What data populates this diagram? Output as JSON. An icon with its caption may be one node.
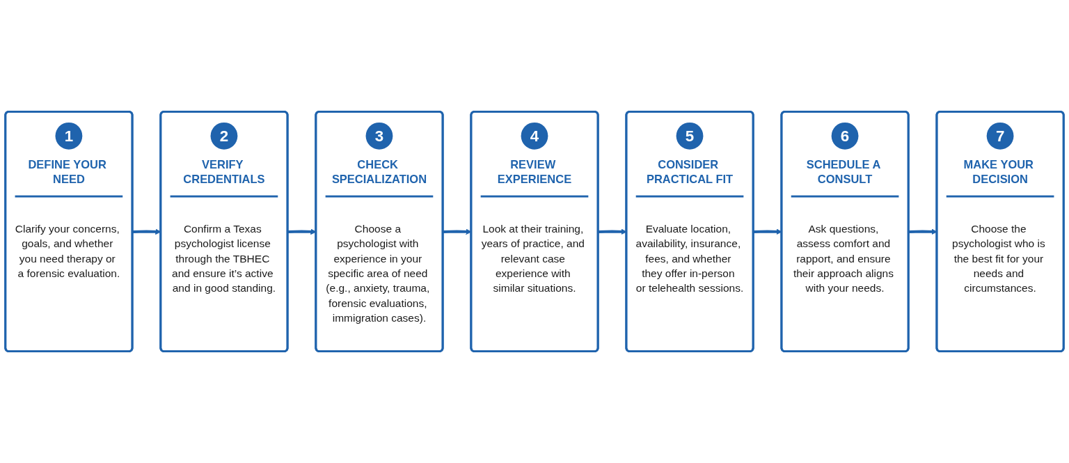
{
  "diagram": {
    "nodes": [
      {
        "text": [
          "1",
          "DEFINE YOUR NEED",
          "Clarify your concerns, goals, and whether you need therapy or a forensic evaluation."
        ]
      },
      {
        "text": [
          "2",
          "VERIFY CREDENTIALS",
          "Confirm a Texas psychologist license through the TBHEC and ensure it’s active and in good standing."
        ]
      },
      {
        "text": [
          "3",
          "CHECK SPECIALIZATION",
          "Choose a psychologist with experience in your specific area of need (e.g., anxiety, trauma, forensic evaluations, immigration cases)."
        ]
      },
      {
        "text": [
          "4",
          "REVIEW EXPERIENCE",
          "Look at their training, years of practice, and relevant case experience with similar situations."
        ]
      },
      {
        "text": [
          "5",
          "CONSIDER PRACTICAL FIT",
          "Evaluate location, availability, insurance, fees, and whether they offer in-person or telehealth sessions."
        ]
      },
      {
        "text": [
          "6",
          "SCHEDULE A CONSULT",
          "Ask questions, assess comfort and rapport, and ensure their approach aligns with your needs."
        ]
      },
      {
        "text": [
          "7",
          "MAKE YOUR DECISION",
          "Choose the psychologist who is the best fit for your needs and circumstances."
        ]
      }
    ],
    "edges": [
      {
        "from": 0,
        "to": 1,
        "arrow": "to"
      },
      {
        "from": 1,
        "to": 2,
        "arrow": "to"
      },
      {
        "from": 2,
        "to": 3,
        "arrow": "to"
      },
      {
        "from": 3,
        "to": 4,
        "arrow": "to"
      },
      {
        "from": 4,
        "to": 5,
        "arrow": "to"
      },
      {
        "from": 5,
        "to": 6,
        "arrow": "to"
      }
    ]
  }
}
